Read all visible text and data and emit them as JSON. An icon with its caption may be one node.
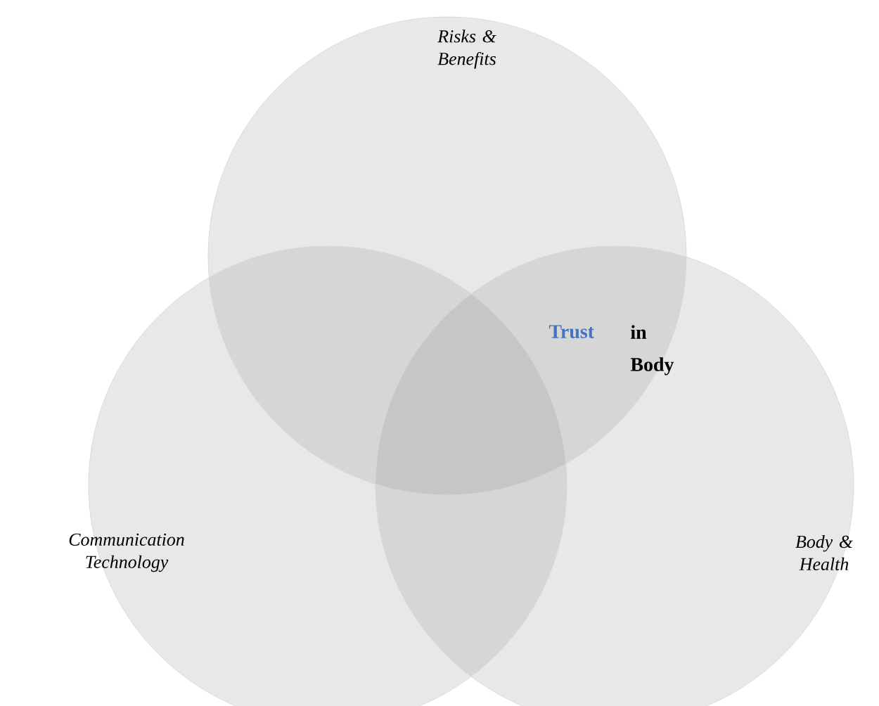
{
  "diagram": {
    "nodes": [
      {
        "text": [
          "Risks & Benefits"
        ]
      },
      {
        "text": [
          "Communication Technology"
        ]
      },
      {
        "text": [
          "Body & Health"
        ]
      }
    ],
    "labels": [
      "Trust",
      "in Body"
    ]
  }
}
